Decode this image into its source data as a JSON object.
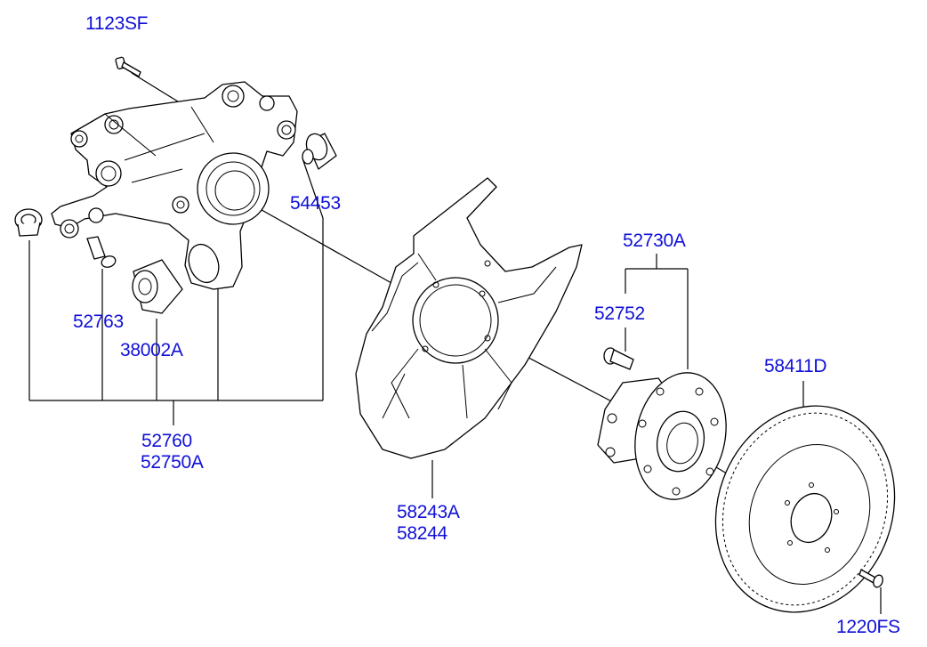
{
  "labels": {
    "p1123sf": "1123SF",
    "p54453": "54453",
    "p52763": "52763",
    "p38002a": "38002A",
    "p52760": "52760",
    "p52750a": "52750A",
    "p58243a": "58243A",
    "p58244": "58244",
    "p52730a": "52730A",
    "p52752": "52752",
    "p58411d": "58411D",
    "p1220fs": "1220FS"
  },
  "colors": {
    "label": "#1010d8",
    "line": "#000000",
    "background": "#ffffff"
  },
  "icons": [
    "knuckle-icon",
    "bushing-icon",
    "bolt-icon",
    "dust-shield-icon",
    "hub-bearing-icon",
    "brake-disc-icon"
  ]
}
